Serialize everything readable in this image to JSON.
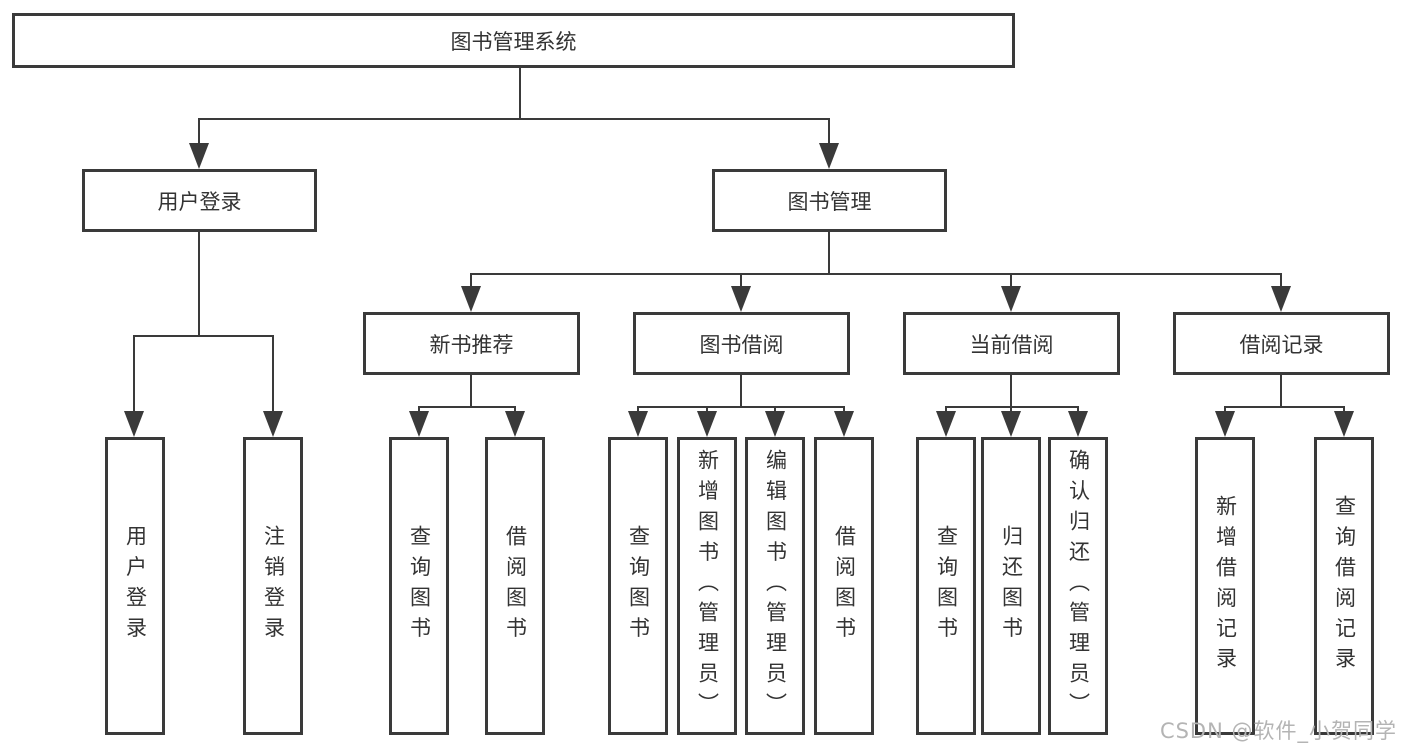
{
  "diagram": {
    "title": "图书管理系统",
    "line_color": "#3a3a3a",
    "level2": [
      {
        "label": "用户登录"
      },
      {
        "label": "图书管理"
      }
    ],
    "level3": [
      {
        "label": "新书推荐",
        "parent": "图书管理"
      },
      {
        "label": "图书借阅",
        "parent": "图书管理"
      },
      {
        "label": "当前借阅",
        "parent": "图书管理"
      },
      {
        "label": "借阅记录",
        "parent": "图书管理"
      }
    ],
    "leaves": [
      {
        "label": "用户登录",
        "parent": "用户登录"
      },
      {
        "label": "注销登录",
        "parent": "用户登录"
      },
      {
        "label": "查询图书",
        "parent": "新书推荐"
      },
      {
        "label": "借阅图书",
        "parent": "新书推荐"
      },
      {
        "label": "查询图书",
        "parent": "图书借阅"
      },
      {
        "label": "新增图书（管理员）",
        "parent": "图书借阅"
      },
      {
        "label": "编辑图书（管理员）",
        "parent": "图书借阅"
      },
      {
        "label": "借阅图书",
        "parent": "图书借阅"
      },
      {
        "label": "查询图书",
        "parent": "当前借阅"
      },
      {
        "label": "归还图书",
        "parent": "当前借阅"
      },
      {
        "label": "确认归还（管理员）",
        "parent": "当前借阅"
      },
      {
        "label": "新增借阅记录",
        "parent": "借阅记录"
      },
      {
        "label": "查询借阅记录",
        "parent": "借阅记录"
      }
    ]
  },
  "watermark": {
    "text": "CSDN @软件_小贺同学"
  }
}
